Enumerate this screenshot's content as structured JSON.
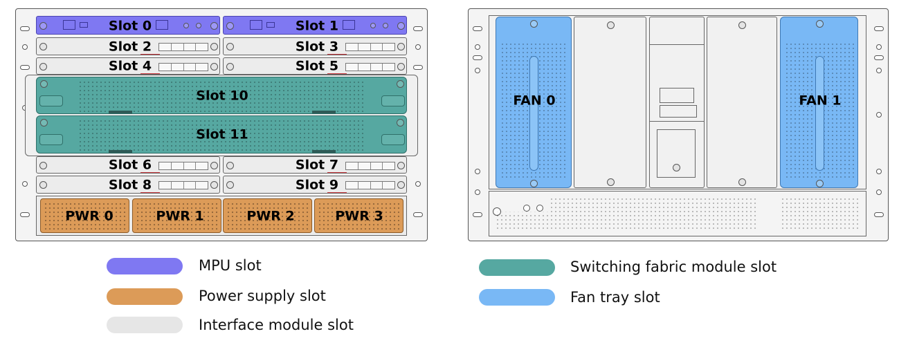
{
  "front_panel": {
    "mpu_slots": [
      {
        "label": "Slot 0"
      },
      {
        "label": "Slot 1"
      }
    ],
    "interface_slots": [
      {
        "label": "Slot 2"
      },
      {
        "label": "Slot 3"
      },
      {
        "label": "Slot 4"
      },
      {
        "label": "Slot 5"
      },
      {
        "label": "Slot 6"
      },
      {
        "label": "Slot 7"
      },
      {
        "label": "Slot 8"
      },
      {
        "label": "Slot 9"
      }
    ],
    "fabric_slots": [
      {
        "label": "Slot 10"
      },
      {
        "label": "Slot 11"
      }
    ],
    "power_slots": [
      {
        "label": "PWR 0"
      },
      {
        "label": "PWR 1"
      },
      {
        "label": "PWR 2"
      },
      {
        "label": "PWR 3"
      }
    ]
  },
  "rear_panel": {
    "fan_slots": [
      {
        "label": "FAN 0"
      },
      {
        "label": "FAN 1"
      }
    ]
  },
  "legend": [
    {
      "label": "MPU slot",
      "color": "#7f78f2"
    },
    {
      "label": "Power supply slot",
      "color": "#dc9b58"
    },
    {
      "label": "Interface module slot",
      "color": "#e6e6e6"
    },
    {
      "label": "Switching fabric module slot",
      "color": "#56a8a1"
    },
    {
      "label": "Fan tray slot",
      "color": "#79b8f5"
    }
  ],
  "colors": {
    "mpu": "#7f78f2",
    "power": "#dc9b58",
    "interface": "#ececec",
    "fabric": "#56a8a1",
    "fan": "#79b8f5"
  }
}
